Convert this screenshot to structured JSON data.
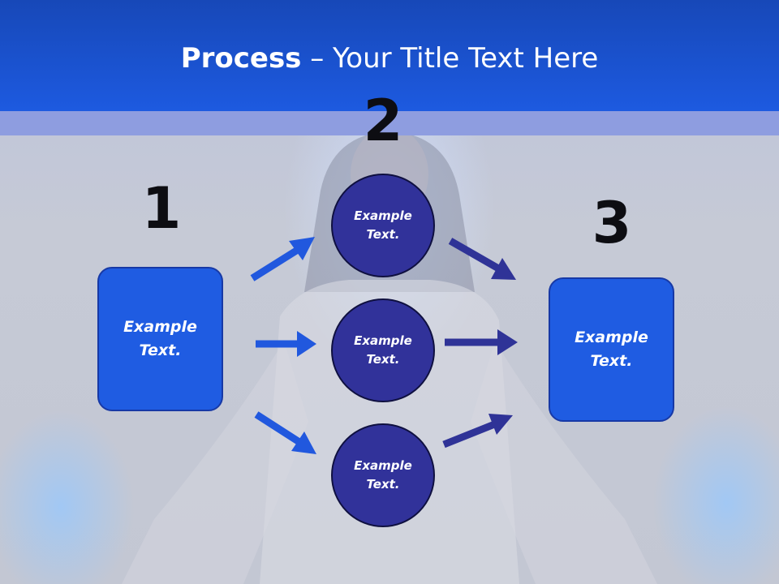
{
  "title": {
    "bold": "Process",
    "rest": " – Your Title Text Here"
  },
  "steps": {
    "one": {
      "number": "1",
      "line1": "Example",
      "line2": "Text."
    },
    "two": {
      "number": "2"
    },
    "three": {
      "number": "3",
      "line1": "Example",
      "line2": "Text."
    }
  },
  "circles": [
    {
      "line1": "Example",
      "line2": "Text."
    },
    {
      "line1": "Example",
      "line2": "Text."
    },
    {
      "line1": "Example",
      "line2": "Text."
    }
  ],
  "colors": {
    "title_bar": "#1d5ae0",
    "box_fill": "#1f5ce2",
    "circle_fill": "#31329a",
    "arrow_left": "#2158de",
    "arrow_right": "#2f3397"
  }
}
